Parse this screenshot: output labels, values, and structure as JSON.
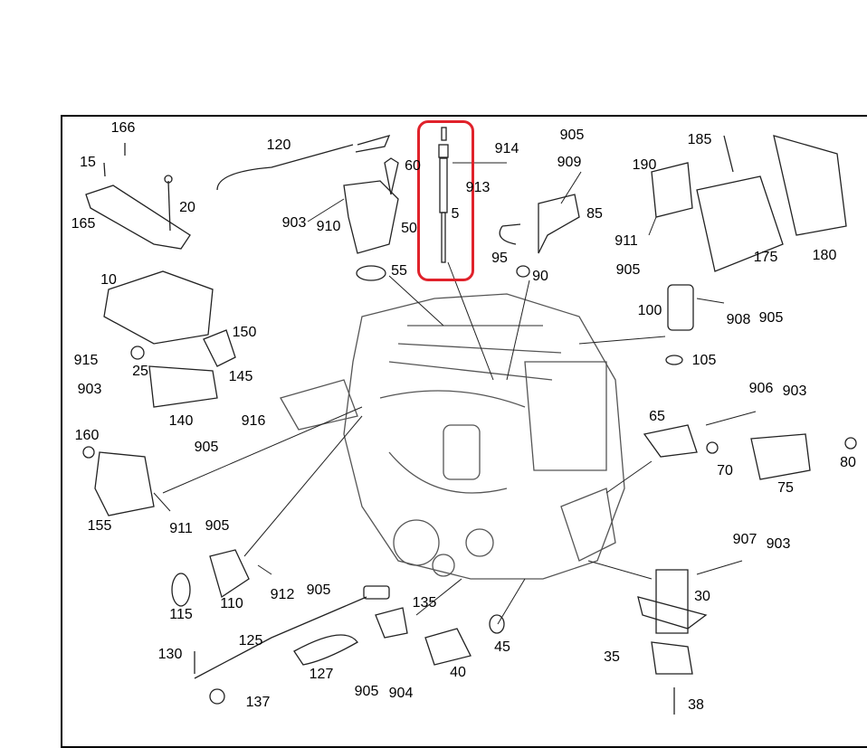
{
  "diagram": {
    "highlight_color": "#e0222b",
    "highlighted_part": "5",
    "labels": [
      "166",
      "15",
      "20",
      "165",
      "120",
      "60",
      "903",
      "910",
      "50",
      "55",
      "5",
      "913",
      "914",
      "905",
      "909",
      "85",
      "95",
      "90",
      "185",
      "190",
      "911",
      "905",
      "175",
      "180",
      "10",
      "150",
      "915",
      "25",
      "145",
      "903",
      "140",
      "916",
      "905",
      "100",
      "908",
      "905",
      "105",
      "160",
      "906",
      "903",
      "65",
      "70",
      "80",
      "75",
      "155",
      "911",
      "905",
      "907",
      "903",
      "30",
      "110",
      "912",
      "905",
      "115",
      "135",
      "125",
      "45",
      "130",
      "127",
      "40",
      "35",
      "905",
      "904",
      "137",
      "38"
    ]
  }
}
